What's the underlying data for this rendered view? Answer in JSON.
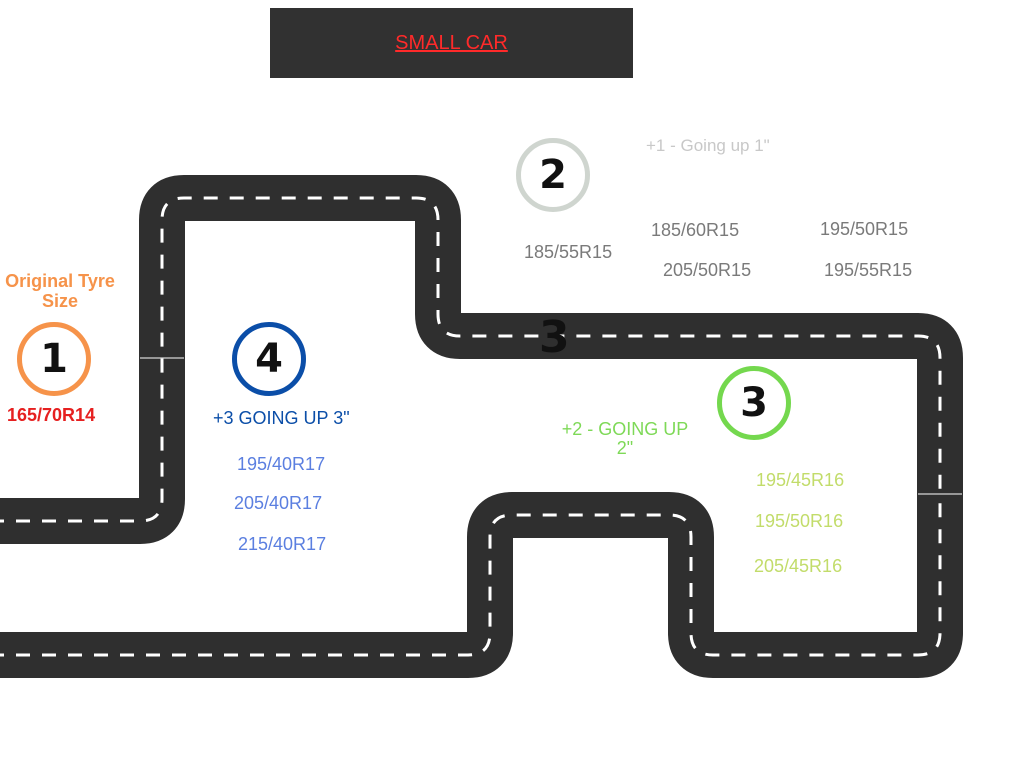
{
  "title": "SMALL CAR",
  "colors": {
    "title_bg": "#313131",
    "title_text": "#ff2a2a",
    "road": "#2f2f2f",
    "lane": "#ffffff",
    "original": "#f6934a",
    "original_size": "#e62020",
    "step2_ring": "#cfd5cf",
    "step2_label": "#c8c8c8",
    "step2_sizes": "#7a7a7a",
    "step3_ring": "#74d84e",
    "step3_label": "#7ed957",
    "step3_sizes": "#c2dc6a",
    "step4_ring": "#0b4ea8",
    "step4_label": "#0b4ea8",
    "step4_sizes": "#5b7fe0"
  },
  "original": {
    "label_line1": "Original Tyre",
    "label_line2": "Size",
    "badge": "1",
    "size": "165/70R14"
  },
  "step2": {
    "badge": "2",
    "label": "+1 - Going up 1\"",
    "sizes": [
      "185/55R15",
      "185/60R15",
      "205/50R15",
      "195/50R15",
      "195/55R15"
    ]
  },
  "road_marker": "3",
  "step3": {
    "badge": "3",
    "label_line1": "+2 - GOING UP",
    "label_line2": "2\"",
    "sizes": [
      "195/45R16",
      "195/50R16",
      "205/45R16"
    ]
  },
  "step4": {
    "badge": "4",
    "label": "+3 GOING UP 3\"",
    "sizes": [
      "195/40R17",
      "205/40R17",
      "215/40R17"
    ]
  }
}
